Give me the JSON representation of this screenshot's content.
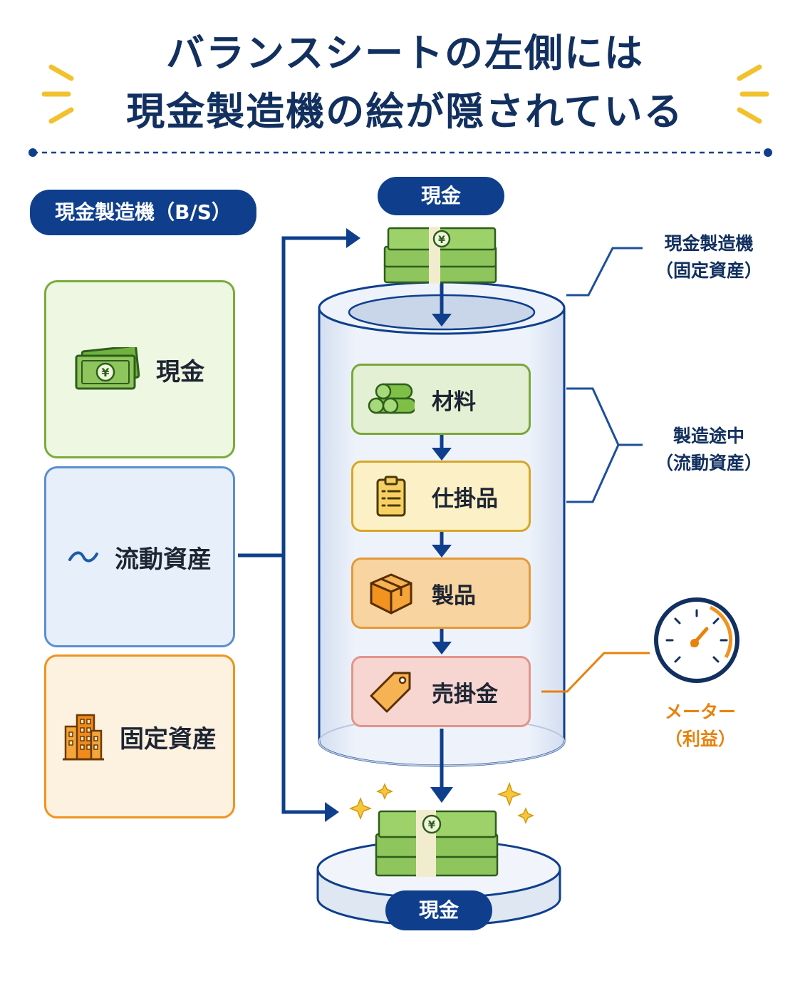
{
  "title": {
    "line1": "バランスシートの左側には",
    "line2": "現金製造機の絵が隠されている"
  },
  "balance_sheet": {
    "label": "現金製造機（B/S）",
    "items": [
      {
        "label": "現金",
        "icon": "banknote-icon",
        "color": "#7aac3a"
      },
      {
        "label": "流動資産",
        "icon": "tilde-icon",
        "color": "#5b8fd0"
      },
      {
        "label": "固定資産",
        "icon": "building-icon",
        "color": "#f0931f"
      }
    ]
  },
  "machine": {
    "input_label": "現金",
    "output_label": "現金",
    "steps": [
      {
        "label": "材料",
        "icon": "logs-icon"
      },
      {
        "label": "仕掛品",
        "icon": "clipboard-icon"
      },
      {
        "label": "製品",
        "icon": "box-icon"
      },
      {
        "label": "売掛金",
        "icon": "tag-icon"
      }
    ]
  },
  "annotations": {
    "fixed": {
      "line1": "現金製造機",
      "line2": "（固定資産）"
    },
    "process": {
      "line1": "製造途中",
      "line2": "（流動資産）"
    },
    "meter": {
      "line1": "メーター",
      "line2": "（利益）"
    }
  },
  "colors": {
    "navy": "#0f3f8c",
    "title": "#12305f",
    "accent_orange": "#e8820c",
    "sparkle": "#f2c12e"
  }
}
